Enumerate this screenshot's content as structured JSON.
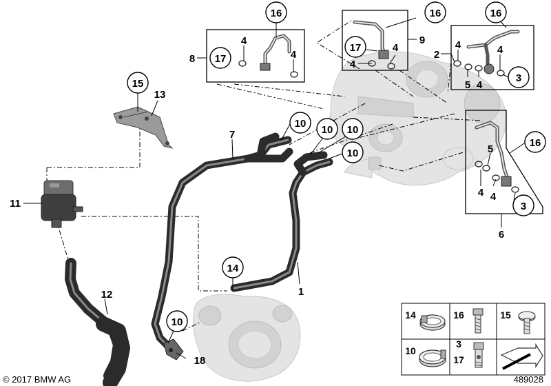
{
  "callouts": {
    "c1": "1",
    "c2": "2",
    "c3a": "3",
    "c3b": "3",
    "c4a": "4",
    "c4b": "4",
    "c4c": "4",
    "c4d": "4",
    "c4e": "4",
    "c4f": "4",
    "c4g": "4",
    "c4h": "4",
    "c5a": "5",
    "c5b": "5",
    "c6": "6",
    "c7": "7",
    "c8": "8",
    "c9": "9",
    "c10a": "10",
    "c10b": "10",
    "c10c": "10",
    "c10d": "10",
    "c10e": "10",
    "c11": "11",
    "c12": "12",
    "c13": "13",
    "c14": "14",
    "c15": "15",
    "c16a": "16",
    "c16b": "16",
    "c16c": "16",
    "c16d": "16",
    "c17a": "17",
    "c17b": "17",
    "c18": "18"
  },
  "legend": {
    "cell_14": "14",
    "cell_16": "16",
    "cell_15": "15",
    "cell_10": "10",
    "cell_3": "3",
    "cell_17": "17"
  },
  "footer": {
    "copyright": "© 2017 BMW AG",
    "diagram_number": "489028"
  }
}
